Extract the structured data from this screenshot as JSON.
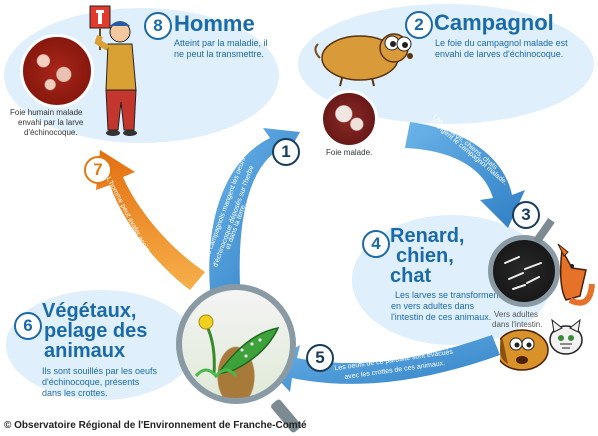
{
  "nodes": {
    "homme": {
      "number": "8",
      "title": "Homme",
      "desc1": "Atteint par la maladie, il",
      "desc2": "ne peut la transmettre.",
      "caption1": "Foie humain malade",
      "caption2": "envahi par la larve",
      "caption3": "d'échinocoque."
    },
    "campagnol": {
      "number": "2",
      "title": "Campagnol",
      "desc1": "Le foie du campagnol malade est",
      "desc2": "envahi de larves d'échinocoque.",
      "caption": "Foie malade."
    },
    "renard": {
      "number": "4",
      "title1": "Renard,",
      "title2": "chien,",
      "title3": "chat",
      "desc1": "Les larves se transforment",
      "desc2": "en vers adultes dans",
      "desc3": "l'intestin de ces animaux.",
      "caption1": "Vers adultes",
      "caption2": "dans l'intestin."
    },
    "vegetaux": {
      "number": "6",
      "title1": "Végétaux,",
      "title2": "pelage des",
      "title3": "animaux",
      "desc1": "Ils sont souillés par les oeufs",
      "desc2": "d'échinocoque, présents",
      "desc3": "dans les crottes."
    }
  },
  "arrows": {
    "a1": {
      "number": "1",
      "line1": "Les campagnols mangent les oeufs",
      "line2": "d'échinocoque déposés sur l'herbe",
      "line3": "et dans la terre."
    },
    "a3": {
      "number": "3",
      "line1": "Les renards, chiens, chats",
      "line2": "mangent le campagnol malade."
    },
    "a5": {
      "number": "5",
      "line1": "Les oeufs de ce parasite sont évacués",
      "line2": "avec les crottes de ces animaux."
    },
    "a7": {
      "number": "7",
      "line1": "L'homme peut avaler accidentellement",
      "line2": "les oeufs d'échinocoque."
    }
  },
  "footer": "© Observatoire Régional de l'Environnement de Franche-Comté",
  "colors": {
    "blue": "#1b6aa8",
    "lightblue": "#dfeffc",
    "orange": "#e07a13",
    "arrowblue": "#4a9ad8"
  }
}
